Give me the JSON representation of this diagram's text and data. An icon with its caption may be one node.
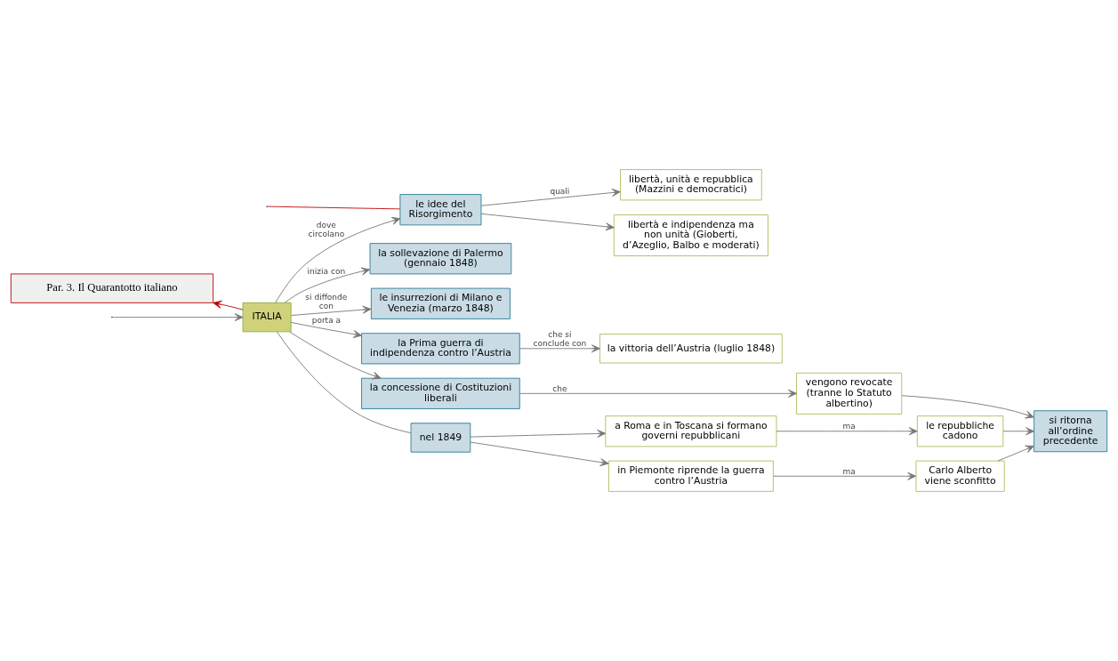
{
  "diagram": {
    "nodes": [
      {
        "text": [
          "Par. 3. Il Quarantotto italiano"
        ]
      },
      {
        "text": [
          "ITALIA"
        ]
      },
      {
        "text": [
          "le idee del Risorgimento"
        ]
      },
      {
        "text": [
          "libertà, unità e repubblica (Mazzini e democratici)"
        ]
      },
      {
        "text": [
          "libertà e indipendenza ma non unità (Gioberti, d’Azeglio, Balbo e moderati)"
        ]
      },
      {
        "text": [
          "la sollevazione di Palermo (gennaio 1848)"
        ]
      },
      {
        "text": [
          "le insurrezioni di Milano e Venezia (marzo 1848)"
        ]
      },
      {
        "text": [
          "la Prima guerra di indipendenza contro l’Austria"
        ]
      },
      {
        "text": [
          "la concessione di Costituzioni liberali"
        ]
      },
      {
        "text": [
          "la vittoria dell’Austria (luglio 1848)"
        ]
      },
      {
        "text": [
          "vengono revocate (tranne lo Statuto albertino)"
        ]
      },
      {
        "text": [
          "nel 1849"
        ]
      },
      {
        "text": [
          "a Roma e in Toscana si formano governi repubblicani"
        ]
      },
      {
        "text": [
          "in Piemonte riprende la guerra contro l’Austria"
        ]
      },
      {
        "text": [
          "le repubbliche cadono"
        ]
      },
      {
        "text": [
          "Carlo Alberto viene sconfitto"
        ]
      },
      {
        "text": [
          "si ritorna all’ordine precedente"
        ]
      }
    ],
    "edges": [
      {
        "from": null,
        "to": 1,
        "arrow": "to"
      },
      {
        "from": 1,
        "to": 0,
        "arrow": "to",
        "color": "#c00000"
      },
      {
        "from": null,
        "to": 2,
        "arrow": "none",
        "color": "#c00000"
      },
      {
        "from": 1,
        "to": 2,
        "arrow": "to",
        "label": "dove circolano"
      },
      {
        "from": 2,
        "to": 3,
        "arrow": "to",
        "label": "quali"
      },
      {
        "from": 2,
        "to": 4,
        "arrow": "to"
      },
      {
        "from": 1,
        "to": 5,
        "arrow": "to",
        "label": "inizia con"
      },
      {
        "from": 1,
        "to": 6,
        "arrow": "to",
        "label": "si diffonde con"
      },
      {
        "from": 1,
        "to": 7,
        "arrow": "to",
        "label": "porta a"
      },
      {
        "from": 1,
        "to": 8,
        "arrow": "to"
      },
      {
        "from": 7,
        "to": 9,
        "arrow": "to",
        "label": "che si conclude con"
      },
      {
        "from": 8,
        "to": 10,
        "arrow": "to",
        "label": "che"
      },
      {
        "from": 1,
        "to": 11,
        "arrow": "none"
      },
      {
        "from": 11,
        "to": 12,
        "arrow": "to"
      },
      {
        "from": 11,
        "to": 13,
        "arrow": "to"
      },
      {
        "from": 12,
        "to": 14,
        "arrow": "to",
        "label": "ma"
      },
      {
        "from": 13,
        "to": 15,
        "arrow": "to",
        "label": "ma"
      },
      {
        "from": 10,
        "to": 16,
        "arrow": "to"
      },
      {
        "from": 14,
        "to": 16,
        "arrow": "to"
      },
      {
        "from": 15,
        "to": 16,
        "arrow": "to"
      }
    ]
  }
}
